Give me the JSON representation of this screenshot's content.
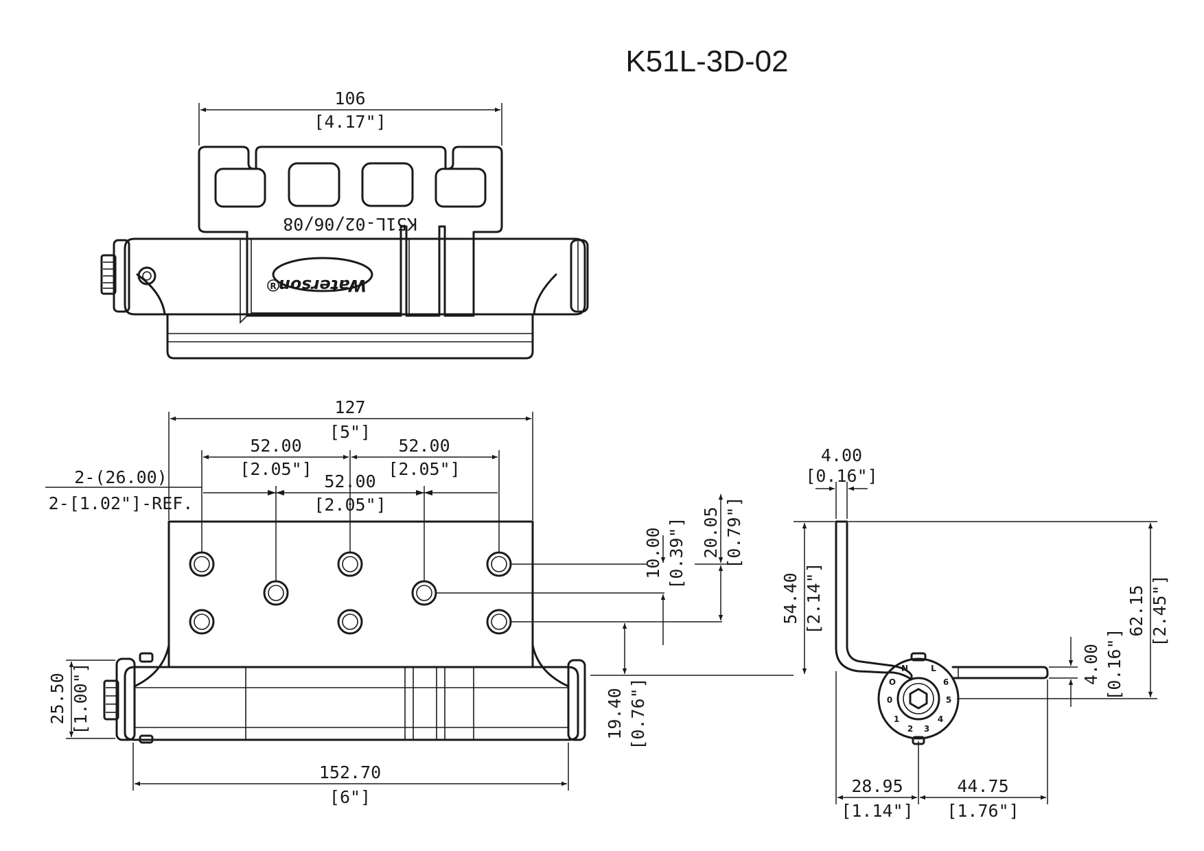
{
  "title": "K51L-3D-02",
  "top_view": {
    "width_mm": "106",
    "width_in": "[4.17\"]",
    "plate_marking": "K51L-02/06/08",
    "logo": "Waterson",
    "registered_mark": "R"
  },
  "front_view": {
    "leaf_width_mm": "127",
    "leaf_width_in": "[5\"]",
    "pitch_1_mm": "52.00",
    "pitch_1_in": "[2.05\"]",
    "pitch_2_mm": "52.00",
    "pitch_2_in": "[2.05\"]",
    "pitch_3_mm": "52.00",
    "pitch_3_in": "[2.05\"]",
    "ref_mm": "2-(26.00)",
    "ref_in": "2-[1.02\"]-REF.",
    "hole_row_mm": "10.00",
    "hole_row_in": "[0.39\"]",
    "hole_span_mm": "20.05",
    "hole_span_in": "[0.79\"]",
    "knuckle_dia_mm": "25.50",
    "knuckle_dia_in": "[1.00\"]",
    "hole_offset_mm": "19.40",
    "hole_offset_in": "[0.76\"]",
    "overall_mm": "152.70",
    "overall_in": "[6\"]"
  },
  "side_view": {
    "thickness_mm": "4.00",
    "thickness_in": "[0.16\"]",
    "leaf_height_mm": "54.40",
    "leaf_height_in": "[2.14\"]",
    "total_height_mm": "62.15",
    "total_height_in": "[2.45\"]",
    "flat_thickness_mm": "4.00",
    "flat_thickness_in": "[0.16\"]",
    "left_offset_mm": "28.95",
    "left_offset_in": "[1.14\"]",
    "right_offset_mm": "44.75",
    "right_offset_in": "[1.76\"]",
    "dial_marks": [
      "0",
      "1",
      "2",
      "3",
      "4",
      "5",
      "6",
      "L",
      "N",
      "O"
    ]
  }
}
